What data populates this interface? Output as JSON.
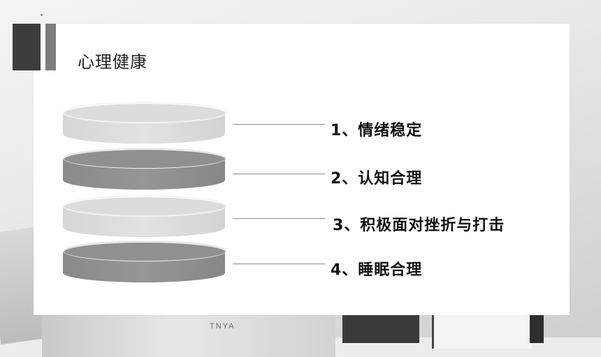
{
  "slide": {
    "title": "心理健康"
  },
  "items": [
    {
      "label": "1、情绪稳定"
    },
    {
      "label": "2、认知合理"
    },
    {
      "label": "3、积极面对挫折与打击"
    },
    {
      "label": "4、睡眠合理"
    }
  ],
  "background": {
    "tag_text": "TNYA"
  },
  "colors": {
    "dark_bar": "#3d3d3d",
    "gray_bar": "#7d7d7d",
    "disk_light": "#dcdcdc",
    "disk_dark": "#909090"
  }
}
